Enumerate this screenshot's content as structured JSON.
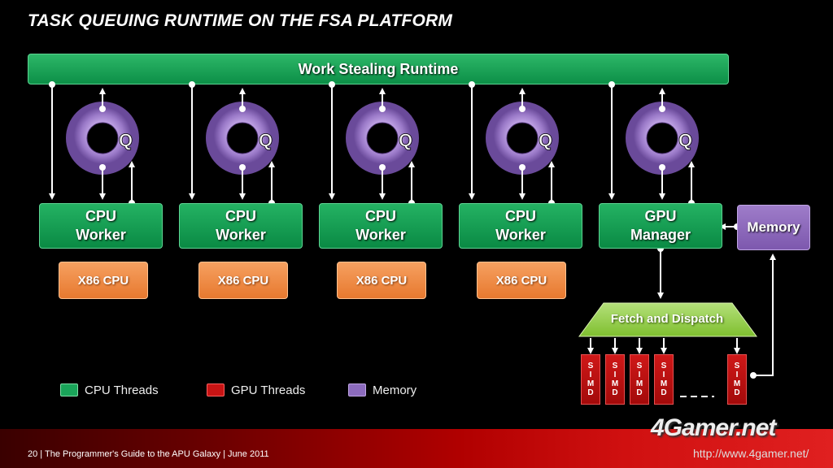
{
  "title": "TASK QUEUING RUNTIME ON THE FSA PLATFORM",
  "runtime_label": "Work Stealing Runtime",
  "queue_label": "Q",
  "workers": [
    {
      "line1": "CPU",
      "line2": "Worker"
    },
    {
      "line1": "CPU",
      "line2": "Worker"
    },
    {
      "line1": "CPU",
      "line2": "Worker"
    },
    {
      "line1": "CPU",
      "line2": "Worker"
    },
    {
      "line1": "GPU",
      "line2": "Manager"
    }
  ],
  "cpus": [
    "X86 CPU",
    "X86 CPU",
    "X86 CPU",
    "X86 CPU"
  ],
  "memory_label": "Memory",
  "fetch_label": "Fetch and Dispatch",
  "simd_letters": [
    "S",
    "I",
    "M",
    "D"
  ],
  "legend": [
    {
      "label": "CPU Threads",
      "color": "#1aa55a"
    },
    {
      "label": "GPU Threads",
      "color": "#c81414"
    },
    {
      "label": "Memory",
      "color": "#8c6bbd"
    }
  ],
  "footer": "20  |  The Programmer's Guide to the APU Galaxy  |  June 2011",
  "watermark": {
    "brand": "4Gamer.net",
    "url": "http://www.4gamer.net/"
  },
  "colors": {
    "green": "#1aa55a",
    "orange": "#ee8838",
    "purple": "#8c6bbd",
    "red": "#c81414",
    "lime": "#9ed24a"
  }
}
